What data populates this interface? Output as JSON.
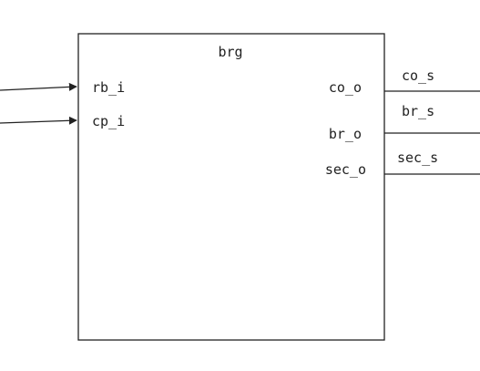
{
  "block": {
    "name": "brg"
  },
  "inputs": {
    "rb": "rb_i",
    "cp": "cp_i"
  },
  "outputs": {
    "co": "co_o",
    "br": "br_o",
    "sec": "sec_o"
  },
  "signals": {
    "co": "co_s",
    "br": "br_s",
    "sec": "sec_s"
  }
}
